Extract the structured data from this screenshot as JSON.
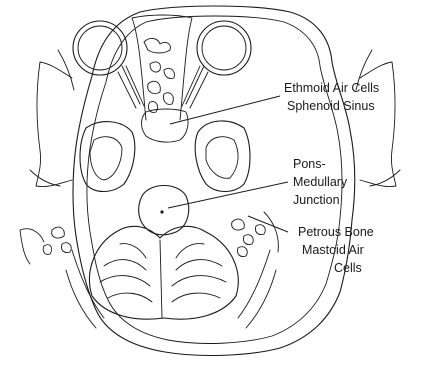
{
  "labels": {
    "ethmoid": [
      "Ethmoid Air Cells",
      "Sphenoid Sinus"
    ],
    "pons": [
      "Pons-",
      "Medullary",
      "Junction"
    ],
    "petrous": [
      "Petrous Bone",
      "Mastoid Air",
      "Cells"
    ]
  },
  "colors": {
    "ink": "#1a1a1a",
    "background": "#ffffff"
  }
}
